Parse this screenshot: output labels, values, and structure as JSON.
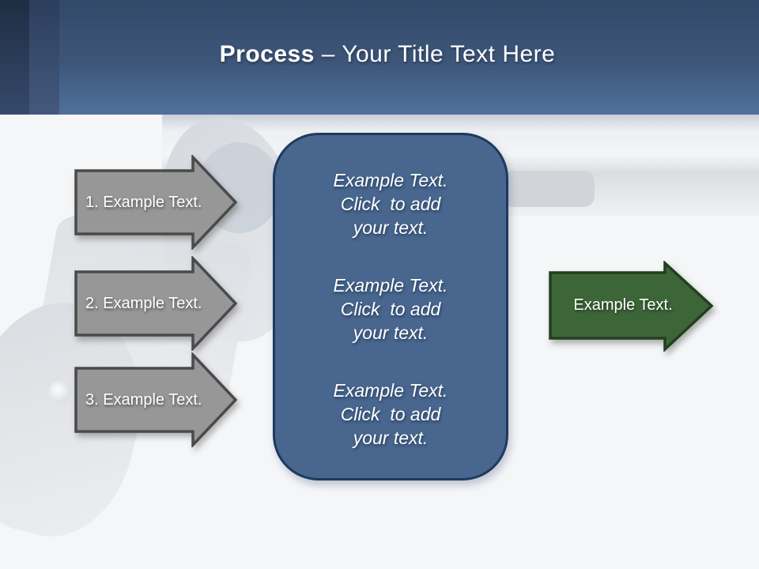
{
  "title": {
    "bold": "Process",
    "regular": "– Your Title Text Here"
  },
  "step_arrows": [
    {
      "label": "1. Example Text."
    },
    {
      "label": "2. Example Text."
    },
    {
      "label": "3. Example Text."
    }
  ],
  "center_box": {
    "blocks": [
      "Example Text.\nClick  to add\nyour text.",
      "Example Text.\nClick  to add\nyour text.",
      "Example Text.\nClick  to add\nyour text."
    ]
  },
  "result_arrow": {
    "label": "Example Text."
  },
  "colors": {
    "header_top": "#33496a",
    "header_bottom": "#50719d",
    "left_stripe_dark": "#1f2d43",
    "left_stripe_mid": "#2b3e5b",
    "step_arrow_fill": "#979797",
    "step_arrow_border": "#4a4a4a",
    "center_box_fill": "#48668e",
    "center_box_border": "#1d3a5f",
    "result_arrow_fill": "#3c6637",
    "result_arrow_border": "#233f1e",
    "slide_background": "#f5f6f8",
    "text": "#ffffff"
  }
}
